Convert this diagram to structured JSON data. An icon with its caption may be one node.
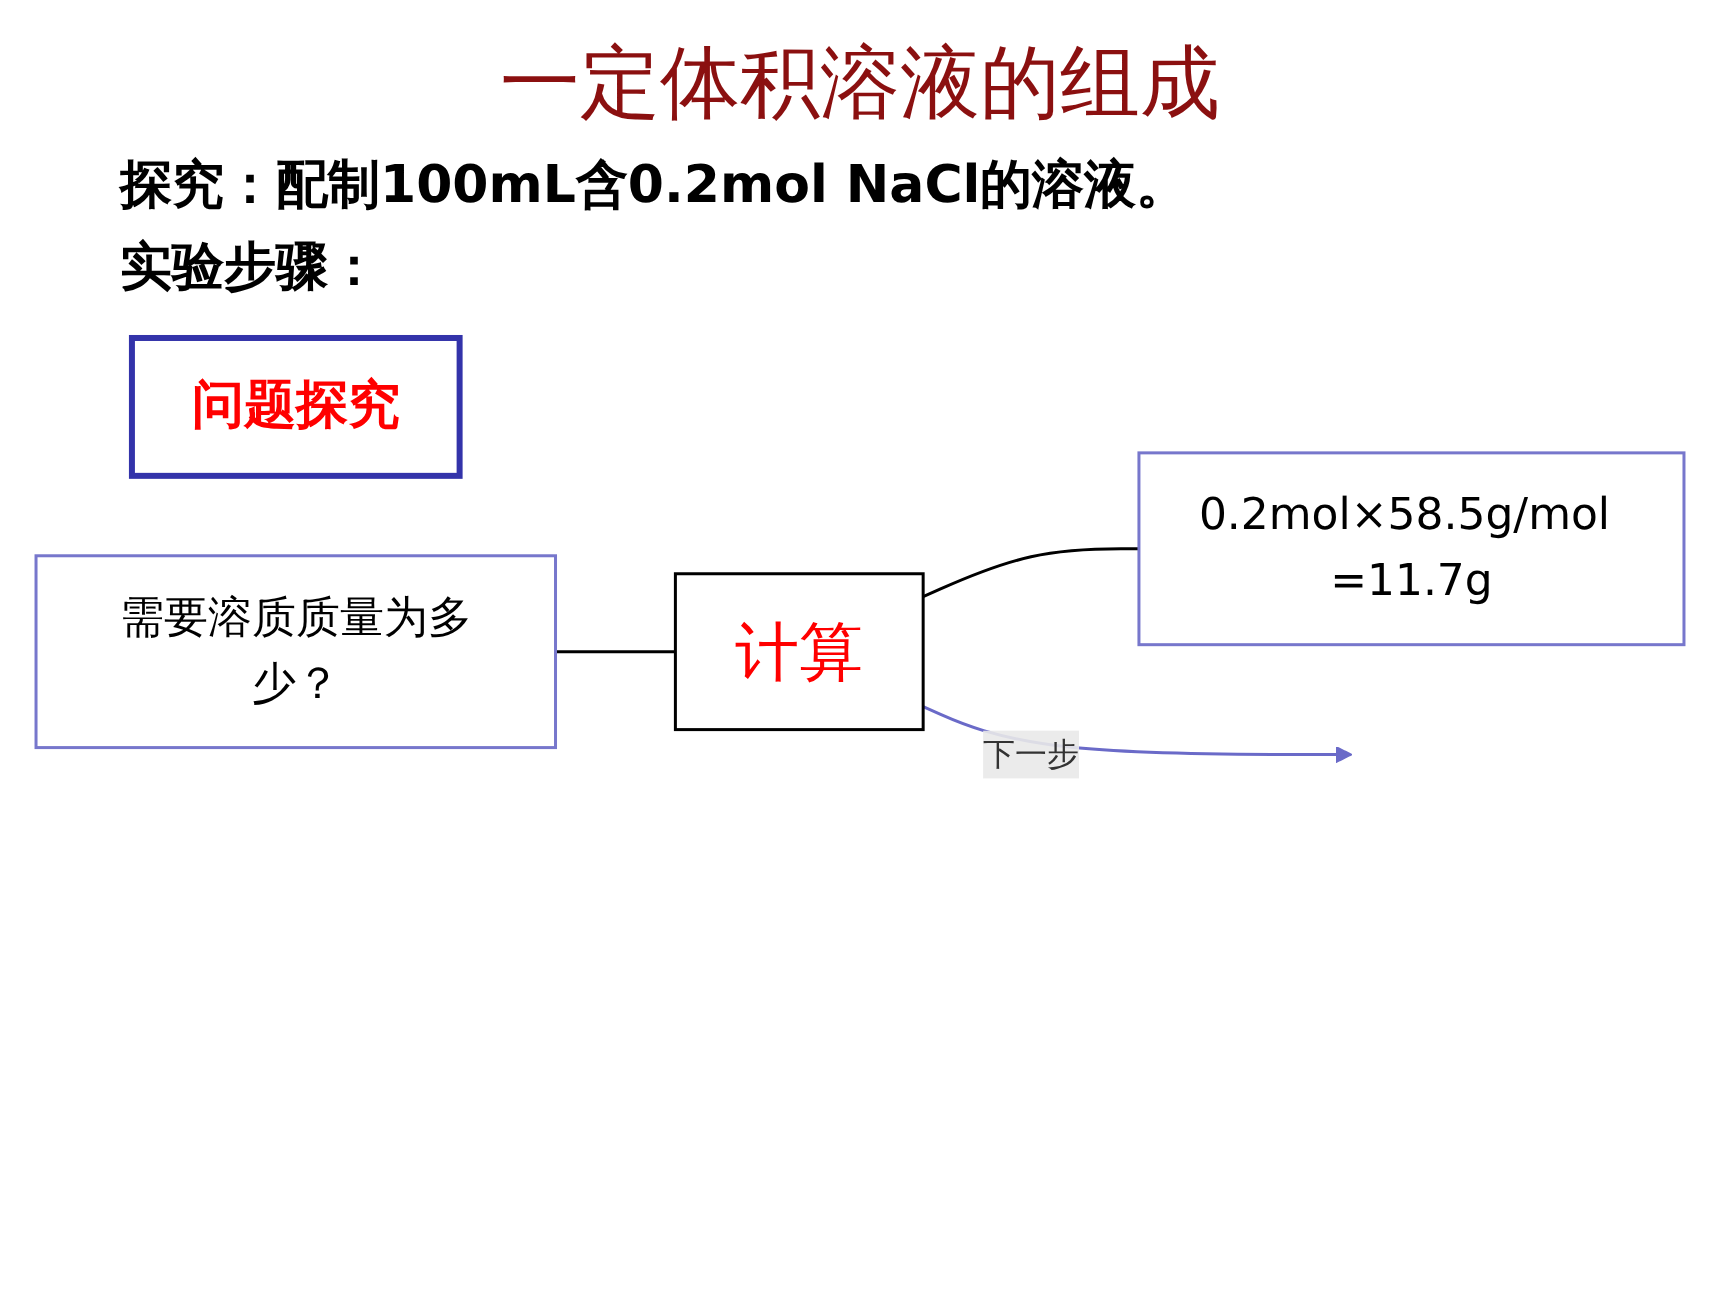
{
  "diagram": {
    "title": "一定体积溶液的组成",
    "nodes": [
      {
        "text": [
          "问题探究"
        ]
      },
      {
        "text": [
          "需要溶质质量为多少？"
        ]
      },
      {
        "text": [
          "计算"
        ]
      },
      {
        "text": [
          "0.2mol×58.5g/mol =11.7g"
        ]
      }
    ],
    "edges": [
      {
        "from": 1,
        "to": 2,
        "arrow": "none"
      },
      {
        "from": 2,
        "to": 3,
        "arrow": "none"
      },
      {
        "from": 2,
        "to": null,
        "arrow": "to",
        "label": "下一步",
        "color": "#6a6ac8"
      }
    ],
    "labels": [
      "探究：配制100mL含0.2mol NaCl的溶液。",
      "实验步骤："
    ]
  }
}
